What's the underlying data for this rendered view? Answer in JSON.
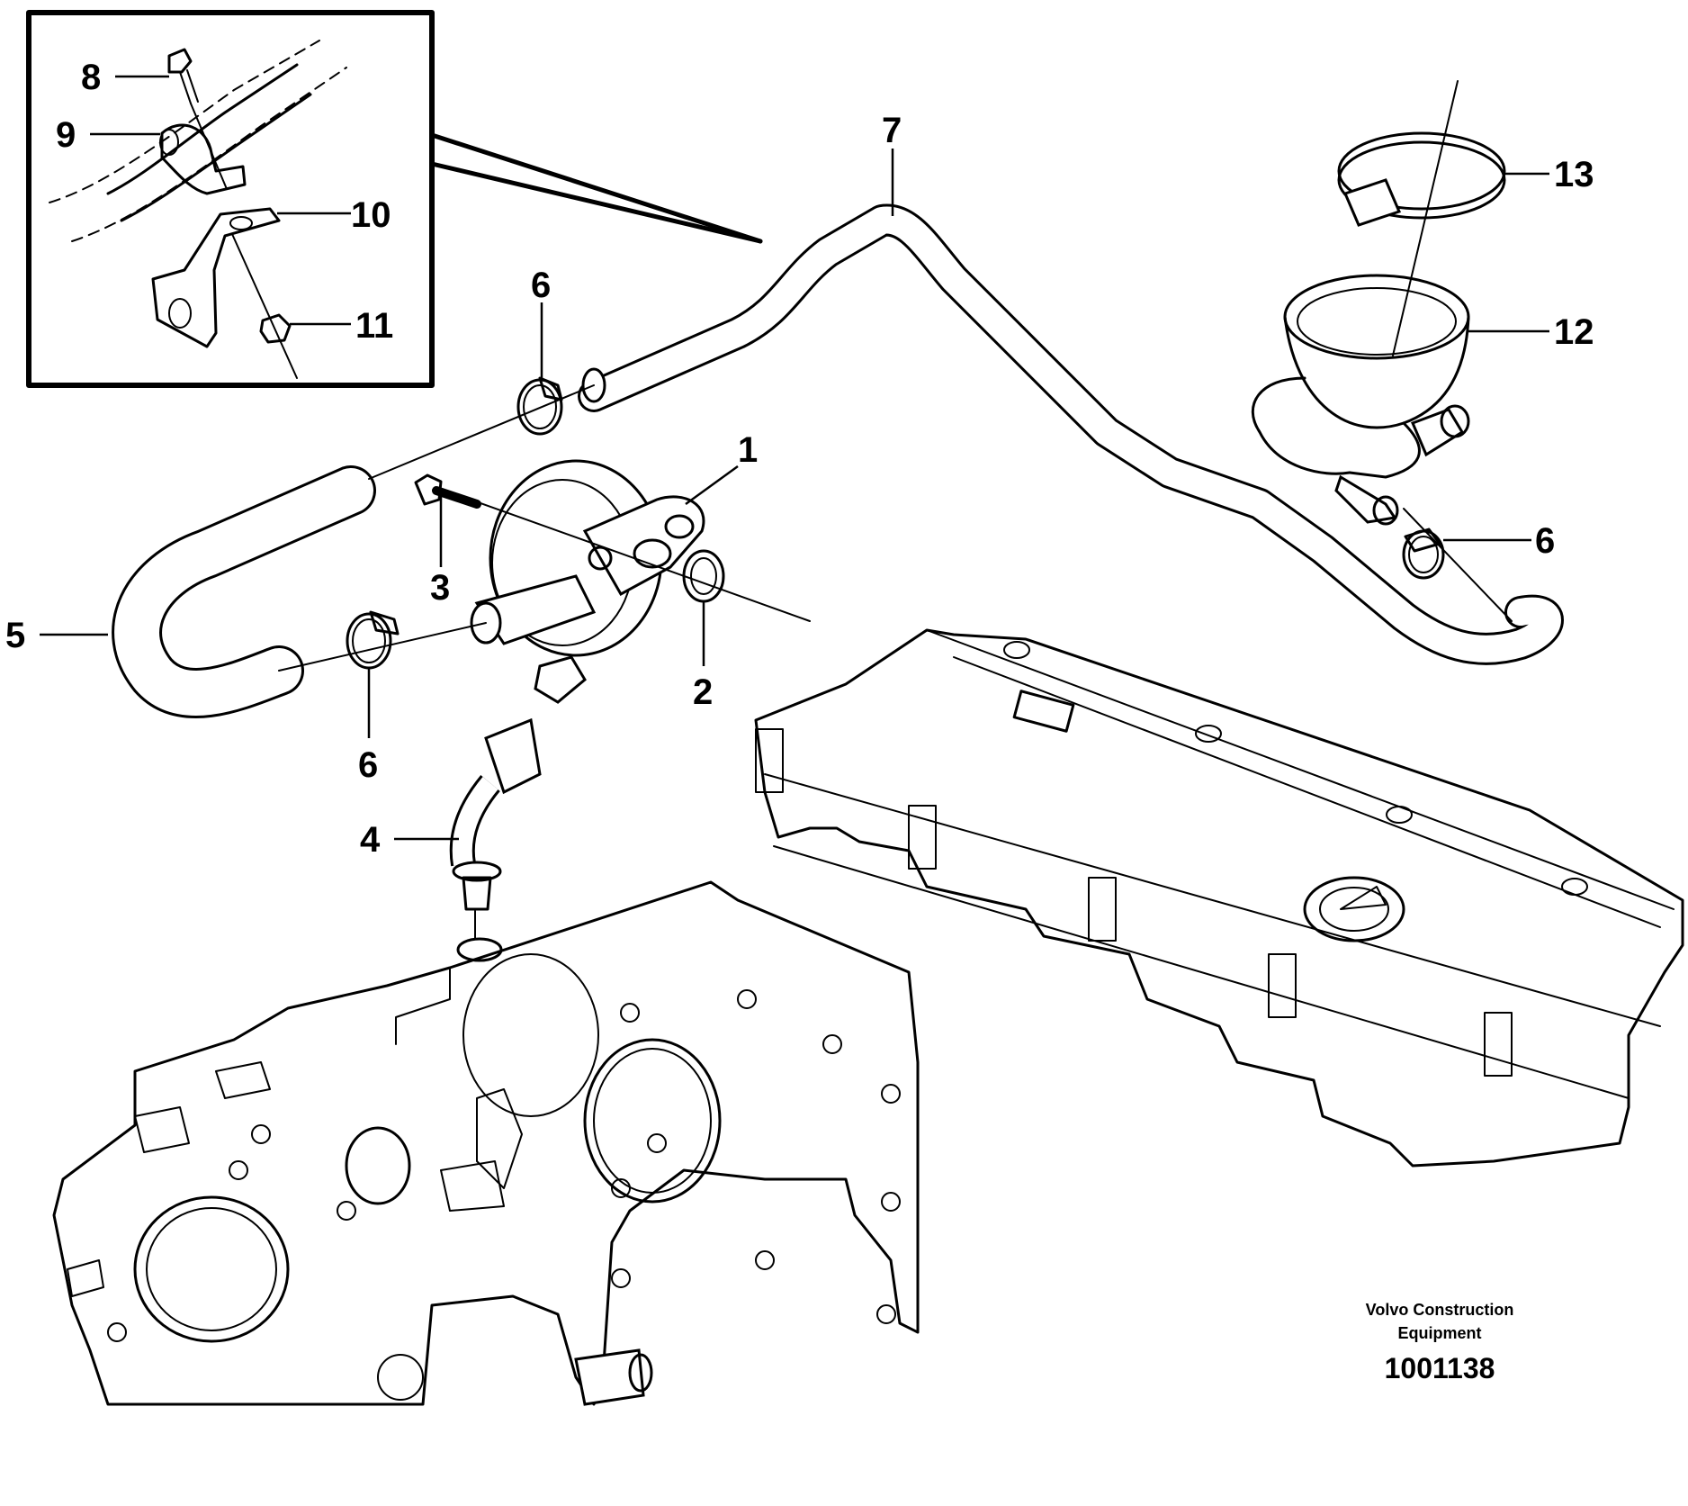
{
  "callouts": {
    "c1": "1",
    "c2": "2",
    "c3": "3",
    "c4": "4",
    "c5": "5",
    "c6a": "6",
    "c6b": "6",
    "c6c": "6",
    "c7": "7",
    "c8": "8",
    "c9": "9",
    "c10": "10",
    "c11": "11",
    "c12": "12",
    "c13": "13"
  },
  "footer": {
    "brand_line1": "Volvo Construction",
    "brand_line2": "Equipment",
    "doc_number": "1001138"
  }
}
